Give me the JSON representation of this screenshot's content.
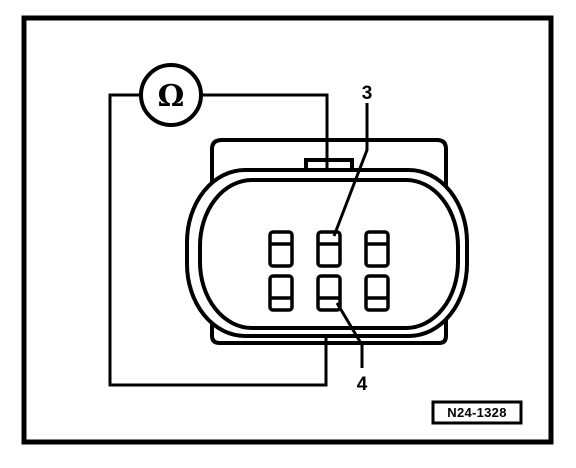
{
  "diagram": {
    "meter_symbol": "Ω",
    "meter_icon": "ohmmeter-icon",
    "callouts": {
      "pin_upper": "3",
      "pin_lower": "4"
    },
    "reference_code": "N24-1328",
    "colors": {
      "ink": "#000000",
      "background": "#ffffff"
    }
  }
}
